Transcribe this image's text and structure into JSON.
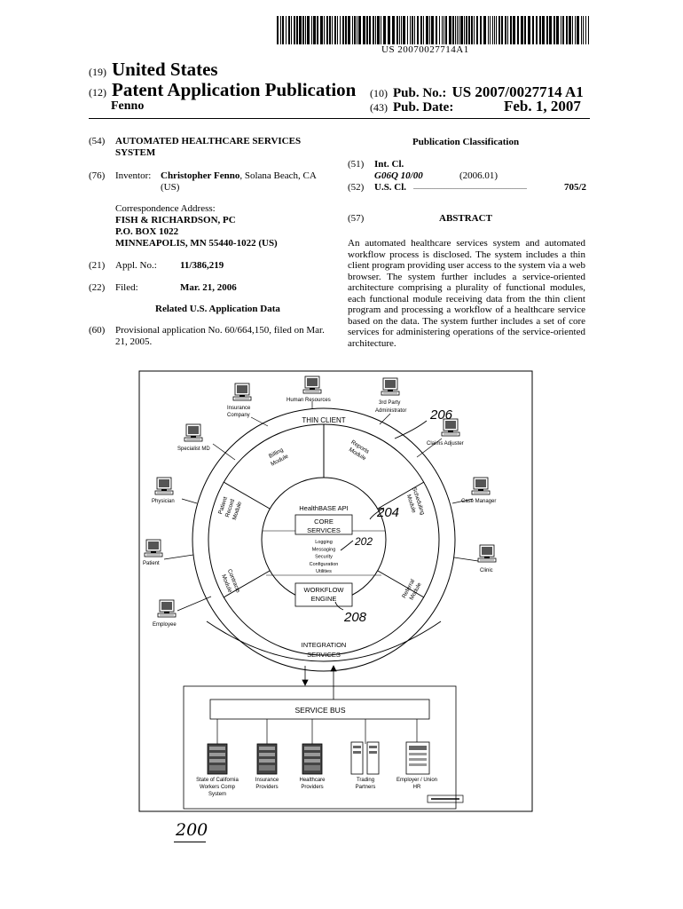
{
  "barcode": {
    "number": "US 20070027714A1"
  },
  "header": {
    "c19": "(19)",
    "country": "United States",
    "c12": "(12)",
    "doc_type": "Patent Application Publication",
    "inventor_short": "Fenno",
    "c10": "(10)",
    "pub_no_label": "Pub. No.:",
    "pub_no": "US 2007/0027714 A1",
    "c43": "(43)",
    "pub_date_label": "Pub. Date:",
    "pub_date": "Feb. 1, 2007"
  },
  "left": {
    "c54": "(54)",
    "title_l1": "AUTOMATED HEALTHCARE SERVICES",
    "title_l2": "SYSTEM",
    "c76": "(76)",
    "inventor_label": "Inventor:",
    "inventor_name": "Christopher Fenno",
    "inventor_loc1": ", Solana Beach, CA",
    "inventor_loc2": "(US)",
    "corr_label": "Correspondence Address:",
    "corr_l1": "FISH & RICHARDSON, PC",
    "corr_l2": "P.O. BOX 1022",
    "corr_l3": "MINNEAPOLIS, MN 55440-1022 (US)",
    "c21": "(21)",
    "appl_label": "Appl. No.:",
    "appl_no": "11/386,219",
    "c22": "(22)",
    "filed_label": "Filed:",
    "filed_date": "Mar. 21, 2006",
    "related_heading": "Related U.S. Application Data",
    "c60": "(60)",
    "prov_l1": "Provisional application No. 60/664,150, filed on Mar.",
    "prov_l2": "21, 2005."
  },
  "right": {
    "class_heading": "Publication Classification",
    "c51": "(51)",
    "int_label": "Int. Cl.",
    "int_code": "G06Q  10/00",
    "int_year": "(2006.01)",
    "c52": "(52)",
    "us_label": "U.S. Cl.",
    "us_dots": "................................................................",
    "us_code": "705/2",
    "c57": "(57)",
    "abstract_heading": "ABSTRACT",
    "abstract_lines": [
      "An automated healthcare services system and automated",
      "workflow process is disclosed. The system includes a thin",
      "client program providing user access to the system via a web",
      "browser. The system further includes a service-oriented",
      "architecture comprising a plurality of functional modules,",
      "each functional module receiving data from the thin client",
      "program and processing a workflow of a healthcare service",
      "based on the data. The system further includes a set of core",
      "services for administering operations of the service-oriented",
      "architecture."
    ]
  },
  "figure": {
    "users": {
      "insurance_l1": "Insurance",
      "insurance_l2": "Company",
      "hr": "Human Resources",
      "third_l1": "3rd Party",
      "third_l2": "Administrator",
      "specialist": "Specialist MD",
      "claims": "Claims Adjuster",
      "physician": "Physician",
      "case_manager": "Case Manager",
      "patient": "Patient",
      "clinic": "Clinic",
      "employee": "Employee"
    },
    "thin_client": "THIN CLIENT",
    "modules": {
      "billing_l1": "Billing",
      "billing_l2": "Module",
      "reports_l1": "Reports",
      "reports_l2": "Module",
      "patient_l1": "Patient",
      "patient_l2": "Record",
      "patient_l3": "Module",
      "scheduling_l1": "Scheduling",
      "scheduling_l2": "Module",
      "contracts_l1": "Contracts",
      "contracts_l2": "Module",
      "referral_l1": "Referral",
      "referral_l2": "Module"
    },
    "api": "HealthBASE API",
    "core_l1": "CORE",
    "core_l2": "SERVICES",
    "core_items": [
      "Logging",
      "Messaging",
      "Security",
      "Configuration",
      "Utilities"
    ],
    "workflow_l1": "WORKFLOW",
    "workflow_l2": "ENGINE",
    "integration_l1": "INTEGRATION",
    "integration_l2": "SERVICES",
    "service_bus": "SERVICE BUS",
    "backends": {
      "state_l1": "State of California",
      "state_l2": "Workers Comp",
      "state_l3": "System",
      "ins_l1": "Insurance",
      "ins_l2": "Providers",
      "hc_l1": "Healthcare",
      "hc_l2": "Providers",
      "tp_l1": "Trading",
      "tp_l2": "Partners",
      "emp_l1": "Employer / Union",
      "emp_l2": "HR"
    },
    "refs": {
      "r206": "206",
      "r204": "204",
      "r202": "202",
      "r208": "208",
      "r200": "200"
    }
  }
}
